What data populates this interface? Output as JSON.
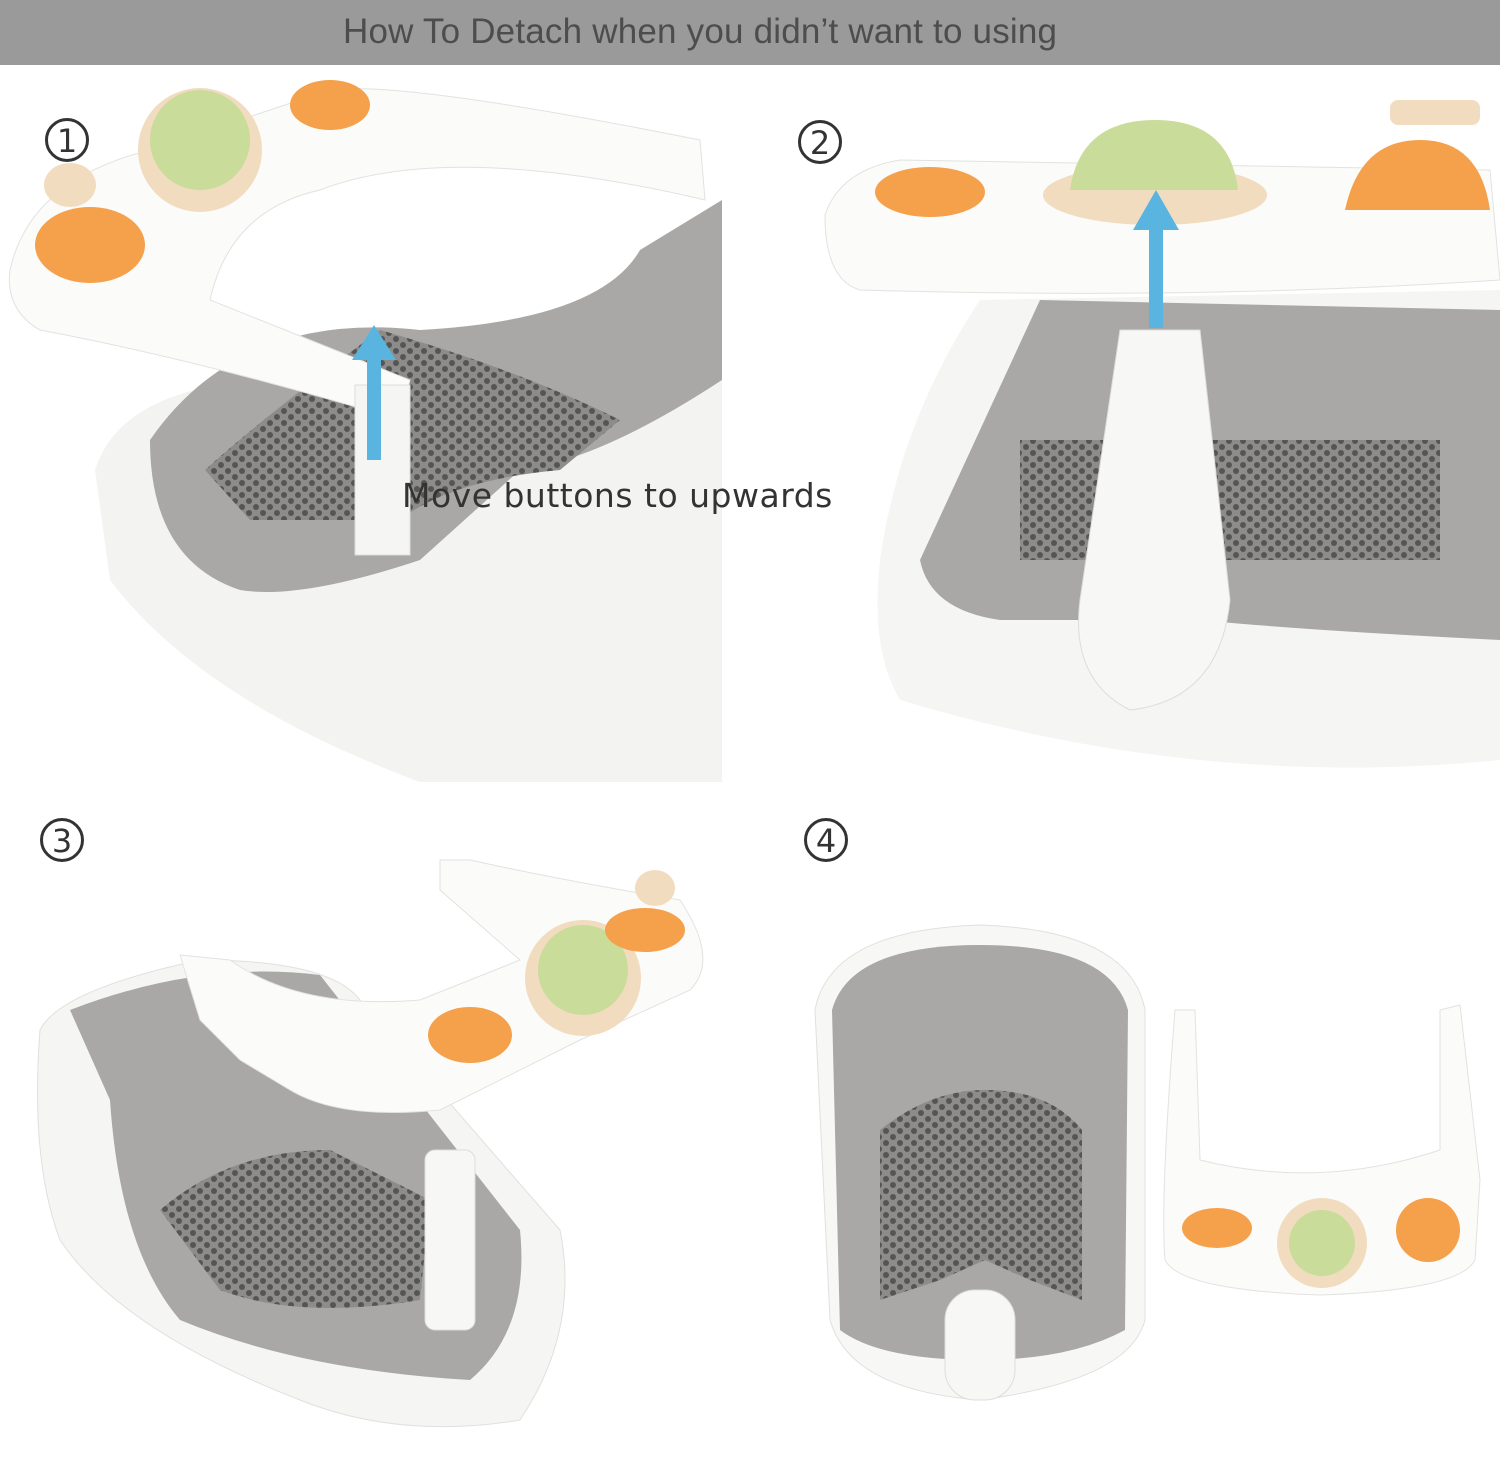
{
  "header": {
    "title": "How To Detach when you didn’t want to using"
  },
  "steps": [
    {
      "number": "1"
    },
    {
      "number": "2"
    },
    {
      "number": "3"
    },
    {
      "number": "4"
    }
  ],
  "step1": {
    "caption": "Move buttons to upwards"
  },
  "colors": {
    "header_bg": "#9a9a9a",
    "header_text": "#4d4d4d",
    "arrow": "#5ab4e0",
    "seat_white": "#f7f7f5",
    "seat_gray": "#a9a8a6",
    "toy_orange": "#f5a04a",
    "toy_green": "#c9dc9a",
    "toy_cream": "#f2dcc0"
  }
}
